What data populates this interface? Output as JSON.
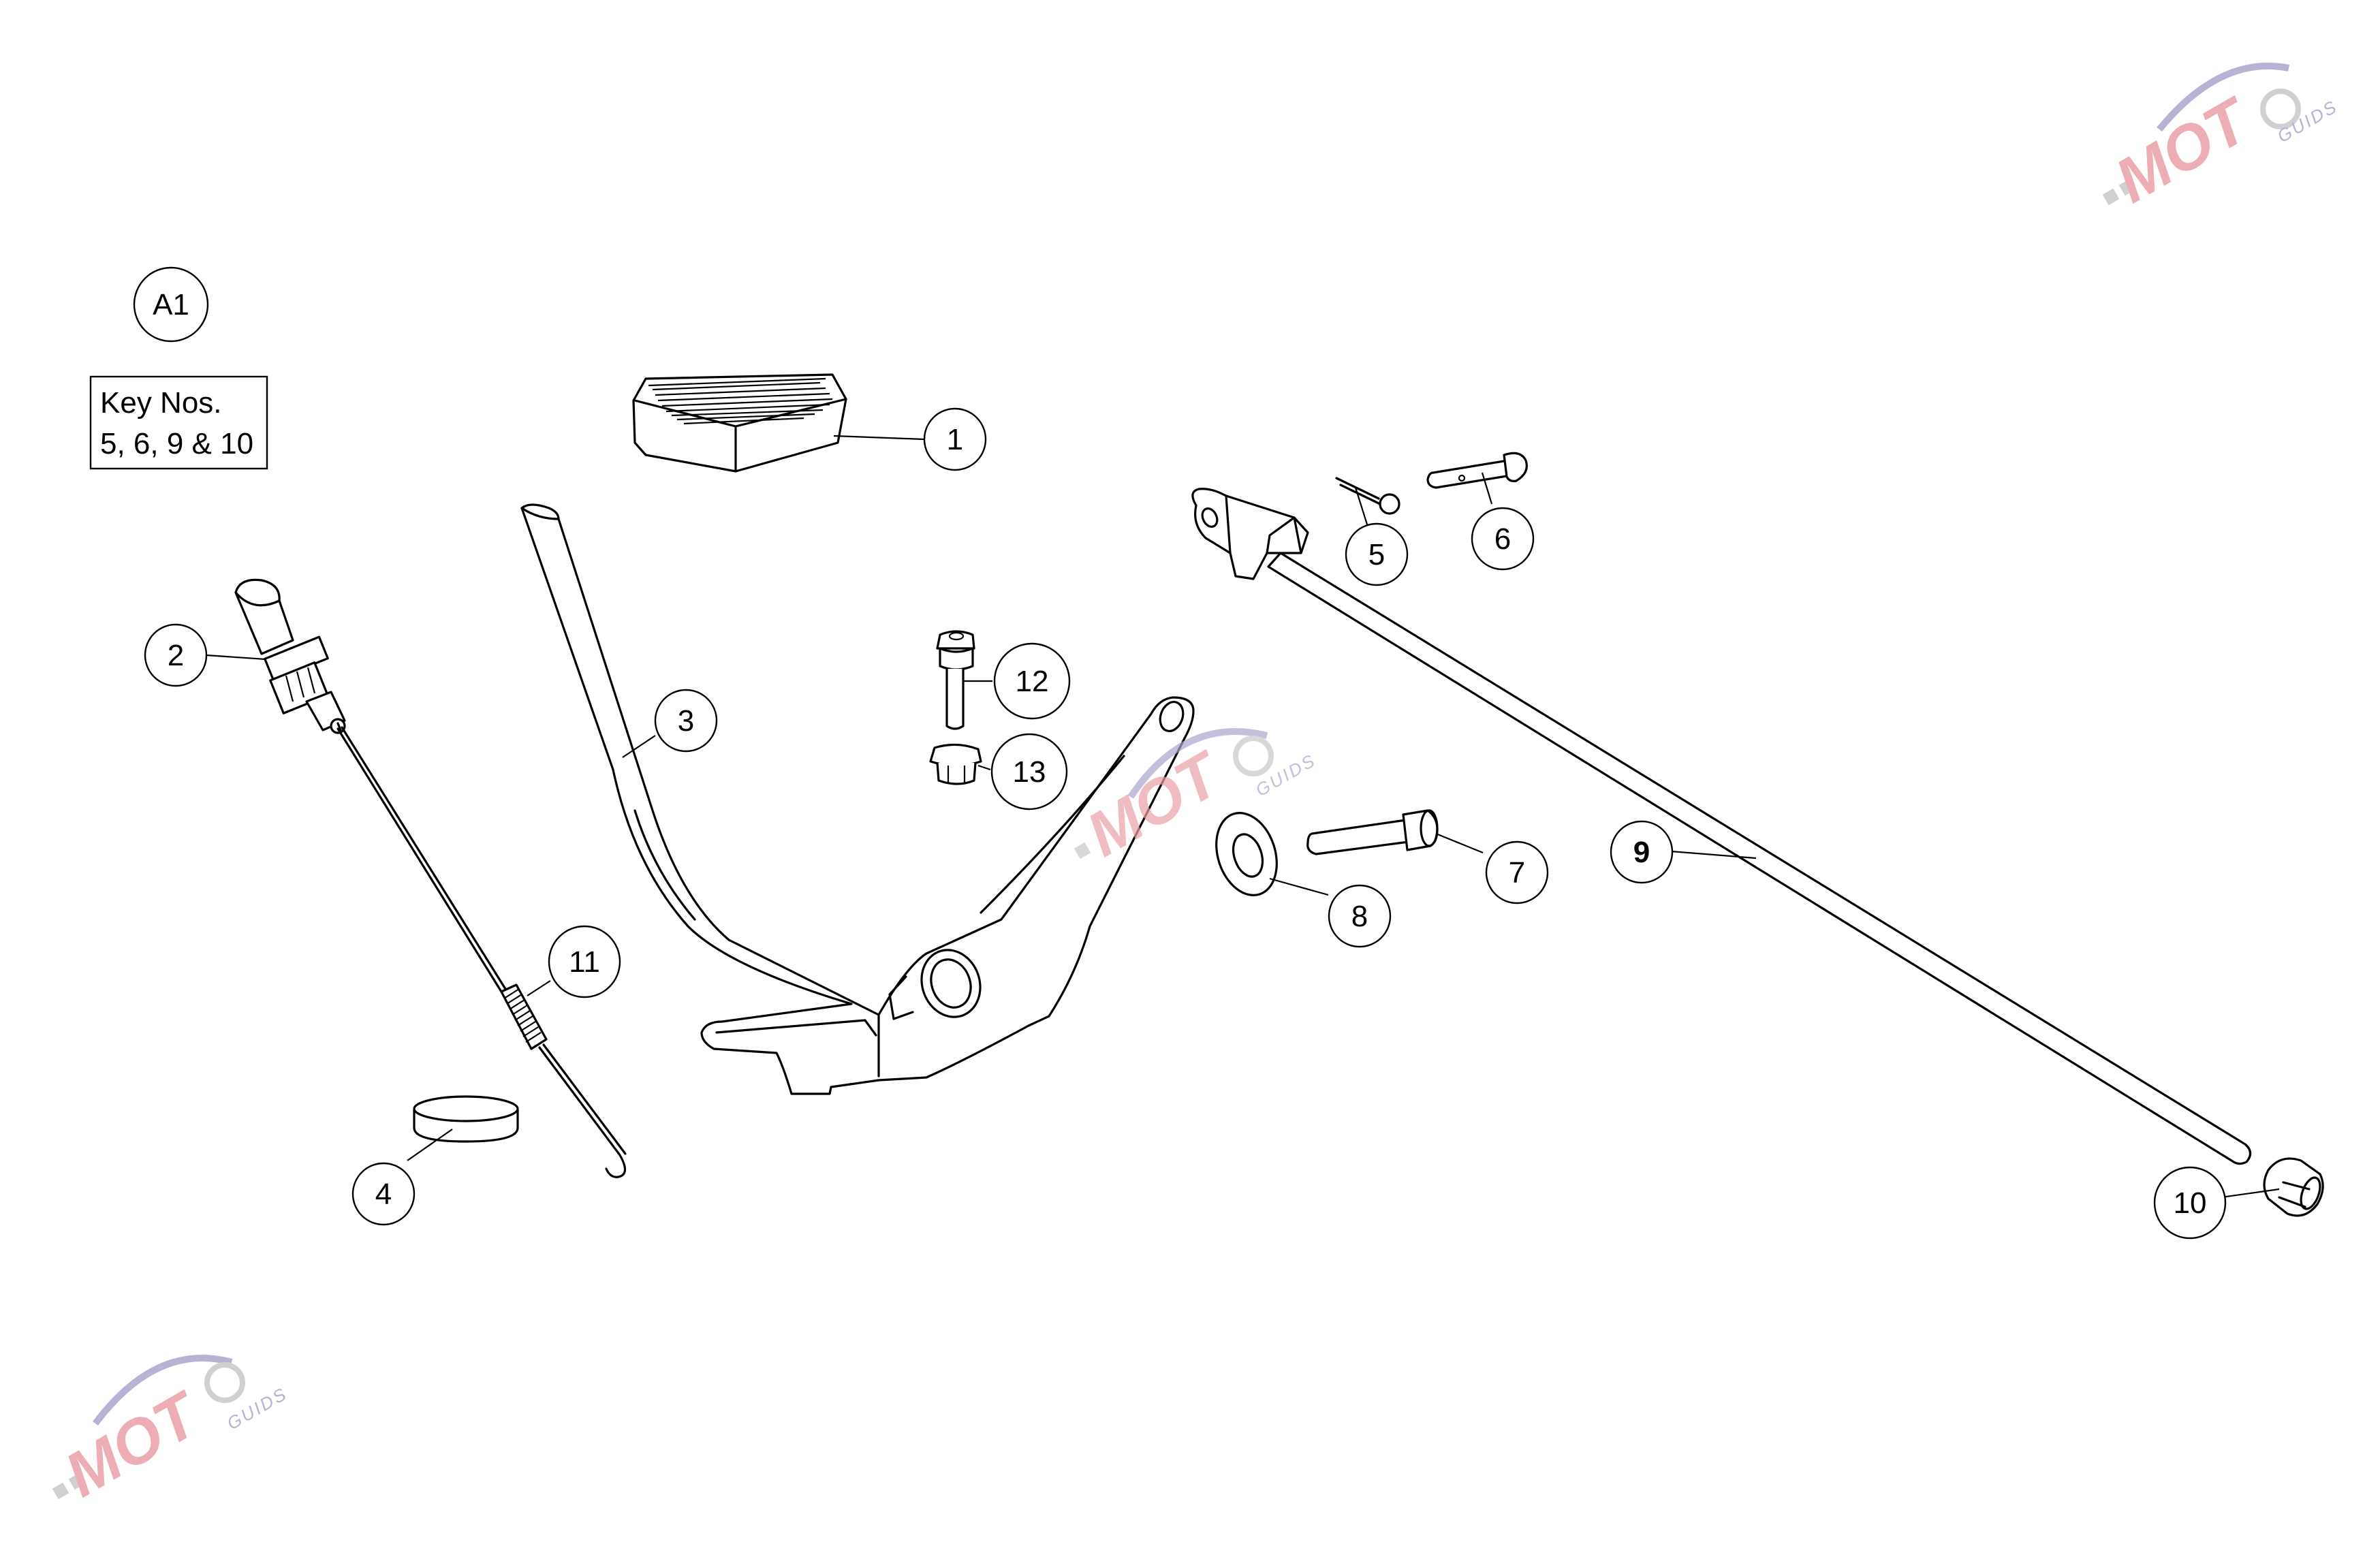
{
  "diagram": {
    "reference_label": "A1",
    "key_note": {
      "line1": "Key Nos.",
      "line2": "5, 6, 9 & 10"
    },
    "callouts": [
      "1",
      "2",
      "3",
      "4",
      "5",
      "6",
      "7",
      "8",
      "9",
      "10",
      "11",
      "12",
      "13"
    ],
    "bold_callout": "9"
  },
  "watermark": {
    "letters": "MOT",
    "subtext": "GUIDS",
    "colors": {
      "red": "#e9a0a8",
      "blue": "#aaa6cc",
      "gray": "#c8c8c8"
    }
  }
}
